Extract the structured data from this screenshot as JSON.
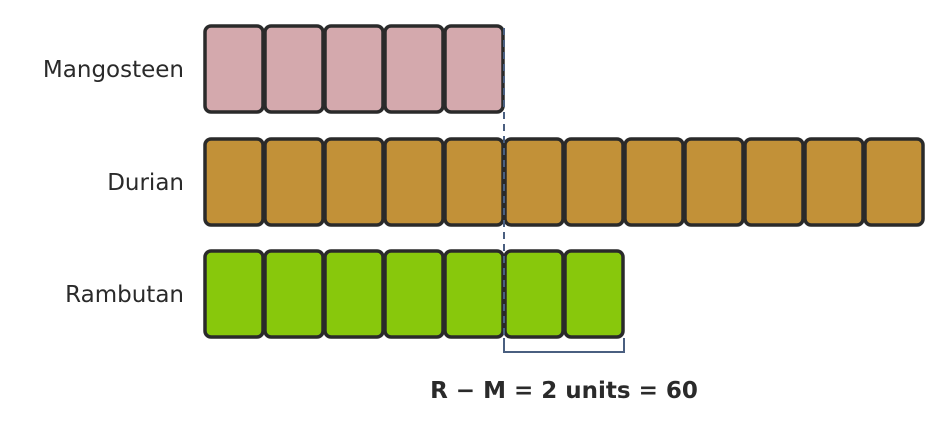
{
  "rows": [
    {
      "label": "Mangosteen",
      "units": 5,
      "fill": "#d4a9ad"
    },
    {
      "label": "Durian",
      "units": 12,
      "fill": "#c29138"
    },
    {
      "label": "Rambutan",
      "units": 7,
      "fill": "#88c80c"
    }
  ],
  "caption": "R − M = 2 units = 60",
  "colors": {
    "stroke": "#2a2a2a",
    "guide": "#4a5f80",
    "text": "#2a2a2a"
  }
}
